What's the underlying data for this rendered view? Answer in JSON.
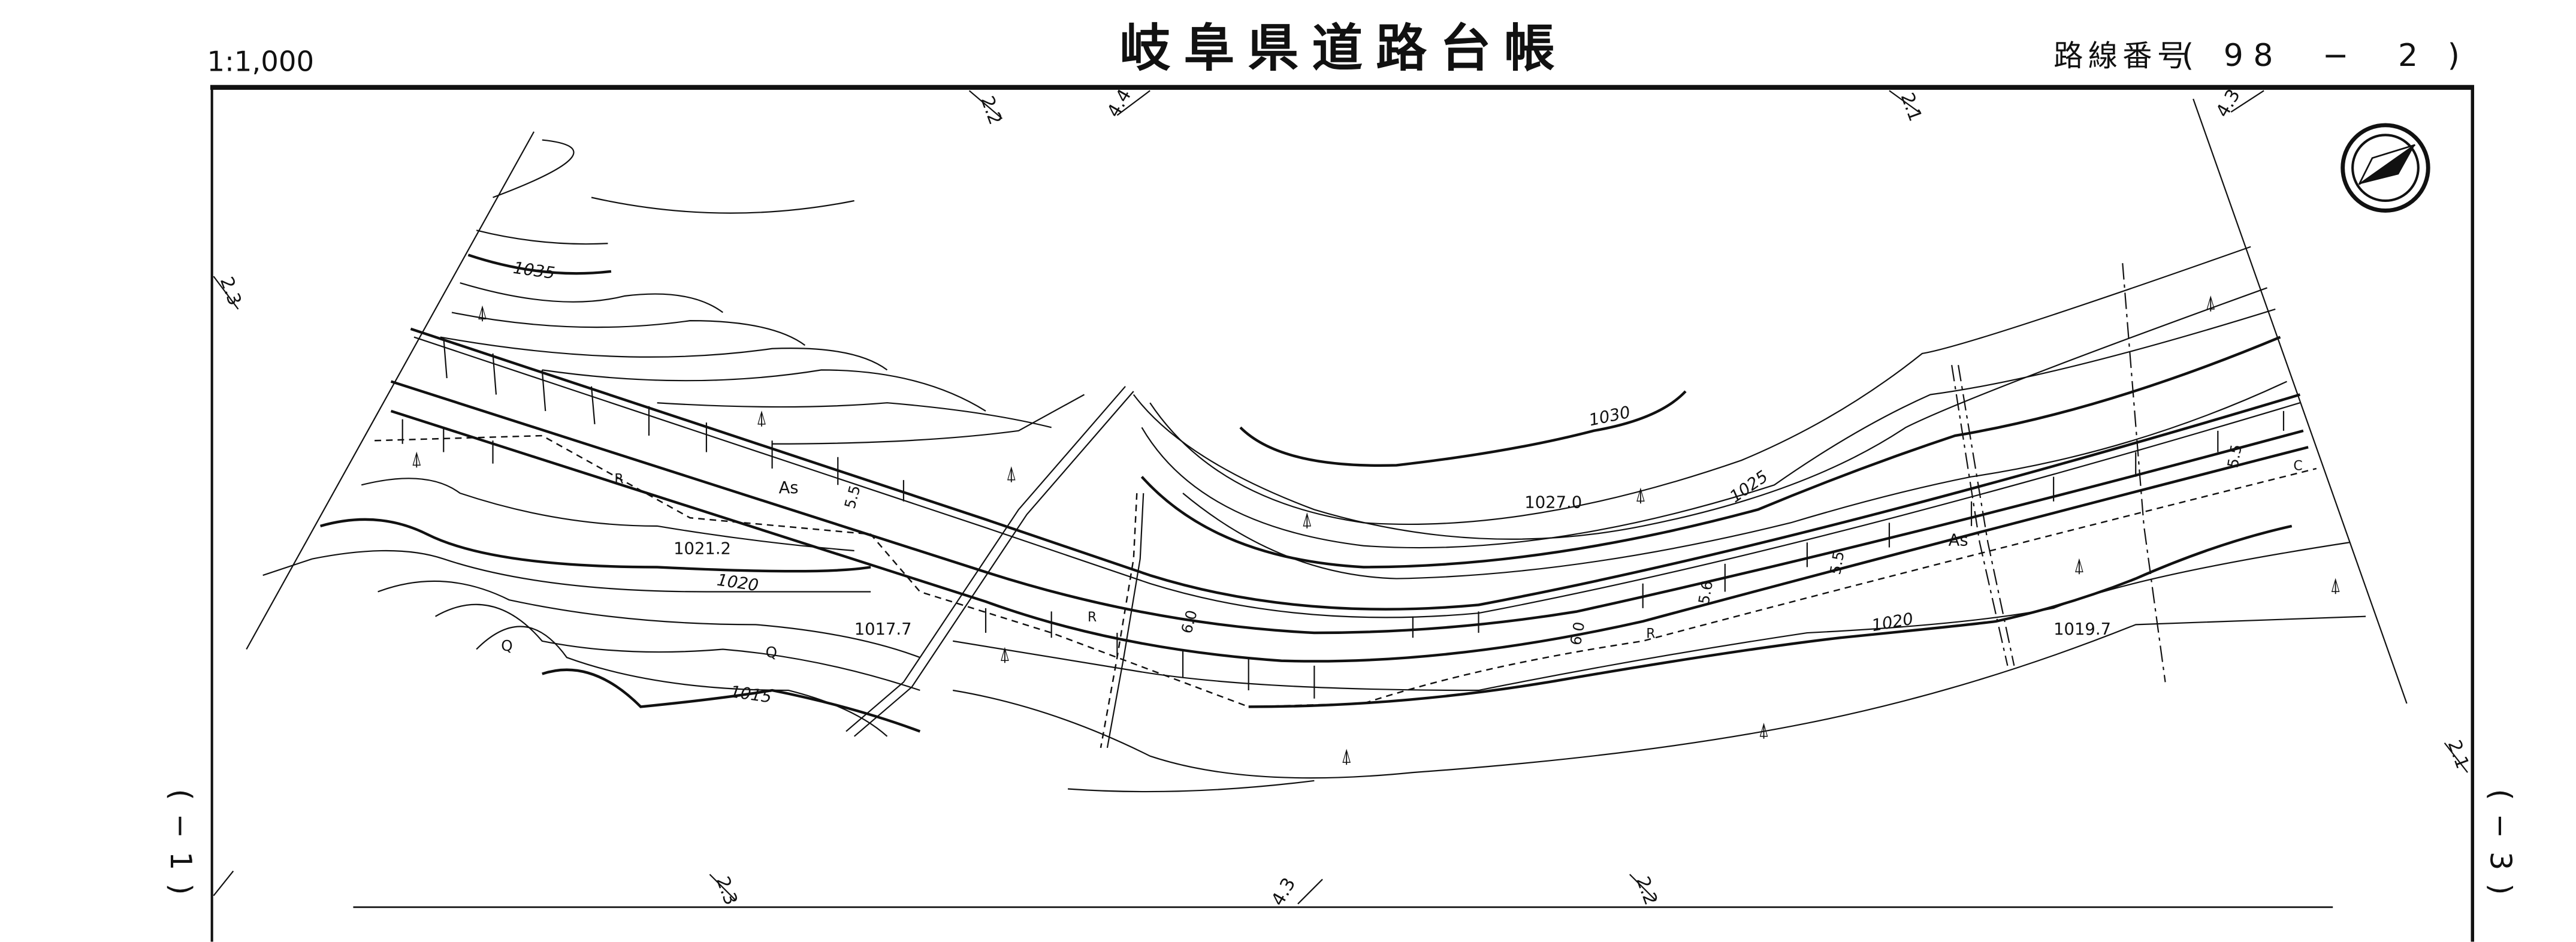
{
  "header": {
    "scale": "1:1,000",
    "title": "岐阜県道路台帳",
    "route_label": "路線番号",
    "route_number": "( 98  −  2 )"
  },
  "sheet": {
    "left_index": "(−1)",
    "right_index": "(−3)",
    "north_arrow": "north-arrow-icon"
  },
  "border_marks": {
    "top": [
      "2.2",
      "4.4",
      "2.1",
      "4.3"
    ],
    "left": "2.3",
    "right": "2.1",
    "bottom": [
      "2.3",
      "4.3",
      "2.2"
    ]
  },
  "contour_labels": [
    "1035",
    "1030",
    "1027.0",
    "1025",
    "1021.2",
    "1020",
    "1017.7",
    "1015",
    "1020",
    "1019.7"
  ],
  "road_labels": {
    "surface": [
      "As",
      "As"
    ],
    "side": [
      "R",
      "R",
      "R",
      "C"
    ],
    "widths": [
      "5.5",
      "6.0",
      "6.0",
      "5.6",
      "5.5",
      "5.5"
    ],
    "field_marks": [
      "Q",
      "Q"
    ]
  }
}
